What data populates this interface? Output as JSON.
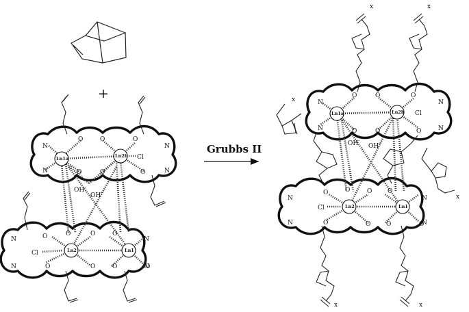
{
  "labels": {
    "plus": "+",
    "reagent": "Grubbs II",
    "N": "N",
    "O": "O",
    "Cl": "Cl",
    "OH1": "OH",
    "OH2": "OH",
    "minus": "-",
    "x": "x",
    "Ln1a": "Ln1a",
    "Ln2b": "Ln2b",
    "Ln2": "Ln2",
    "Ln1": "Ln1"
  },
  "colors": {
    "ink": "#111111",
    "background": "#ffffff"
  }
}
